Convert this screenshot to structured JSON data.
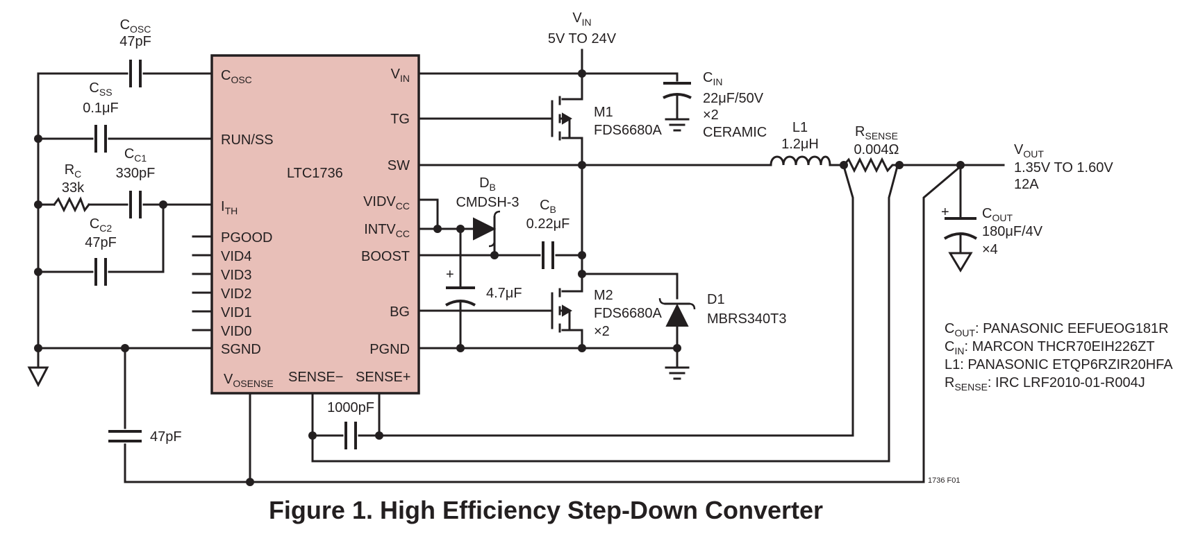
{
  "figure": {
    "caption": "Figure 1. High Efficiency Step-Down Converter",
    "ref_code": "1736 F01"
  },
  "ic": {
    "part": "LTC1736",
    "fill_color": "#e8bfb8",
    "pins_left": [
      "COSC",
      "RUN/SS",
      "ITH",
      "PGOOD",
      "VID4",
      "VID3",
      "VID2",
      "VID1",
      "VID0",
      "SGND"
    ],
    "pins_right": [
      "VIN",
      "TG",
      "SW",
      "VIDVCC",
      "INTVCC",
      "BOOST",
      "BG",
      "PGND"
    ],
    "pins_bottom": [
      "VOSENSE",
      "SENSE−",
      "SENSE+"
    ]
  },
  "vin": {
    "name": "VIN",
    "range": "5V TO 24V"
  },
  "vout": {
    "name": "VOUT",
    "range": "1.35V TO 1.60V",
    "current": "12A"
  },
  "components": {
    "cosc": {
      "name": "COSC",
      "value": "47pF"
    },
    "css": {
      "name": "CSS",
      "value": "0.1μF"
    },
    "rc": {
      "name": "RC",
      "value": "33k"
    },
    "cc1": {
      "name": "CC1",
      "value": "330pF"
    },
    "cc2": {
      "name": "CC2",
      "value": "47pF"
    },
    "c_vos": {
      "value": "47pF"
    },
    "c_sense": {
      "value": "1000pF"
    },
    "cin": {
      "name": "CIN",
      "value": "22μF/50V",
      "count": "×2",
      "type": "CERAMIC"
    },
    "m1": {
      "name": "M1",
      "part": "FDS6680A"
    },
    "m2": {
      "name": "M2",
      "part": "FDS6680A",
      "count": "×2"
    },
    "db": {
      "name": "DB",
      "part": "CMDSH-3"
    },
    "cb": {
      "name": "CB",
      "value": "0.22μF"
    },
    "c_intvcc": {
      "value": "4.7μF"
    },
    "d1": {
      "name": "D1",
      "part": "MBRS340T3"
    },
    "l1": {
      "name": "L1",
      "value": "1.2μH"
    },
    "rsense": {
      "name": "RSENSE",
      "value": "0.004Ω"
    },
    "cout": {
      "name": "COUT",
      "value": "180μF/4V",
      "count": "×4"
    }
  },
  "bom": [
    {
      "ref": "COUT",
      "part": ": PANASONIC EEFUEOG181R"
    },
    {
      "ref": "CIN",
      "part": ": MARCON THCR70EIH226ZT"
    },
    {
      "ref": "L1",
      "part": ": PANASONIC ETQP6RZIR20HFA"
    },
    {
      "ref": "RSENSE",
      "part": ": IRC LRF2010-01-R004J"
    }
  ]
}
